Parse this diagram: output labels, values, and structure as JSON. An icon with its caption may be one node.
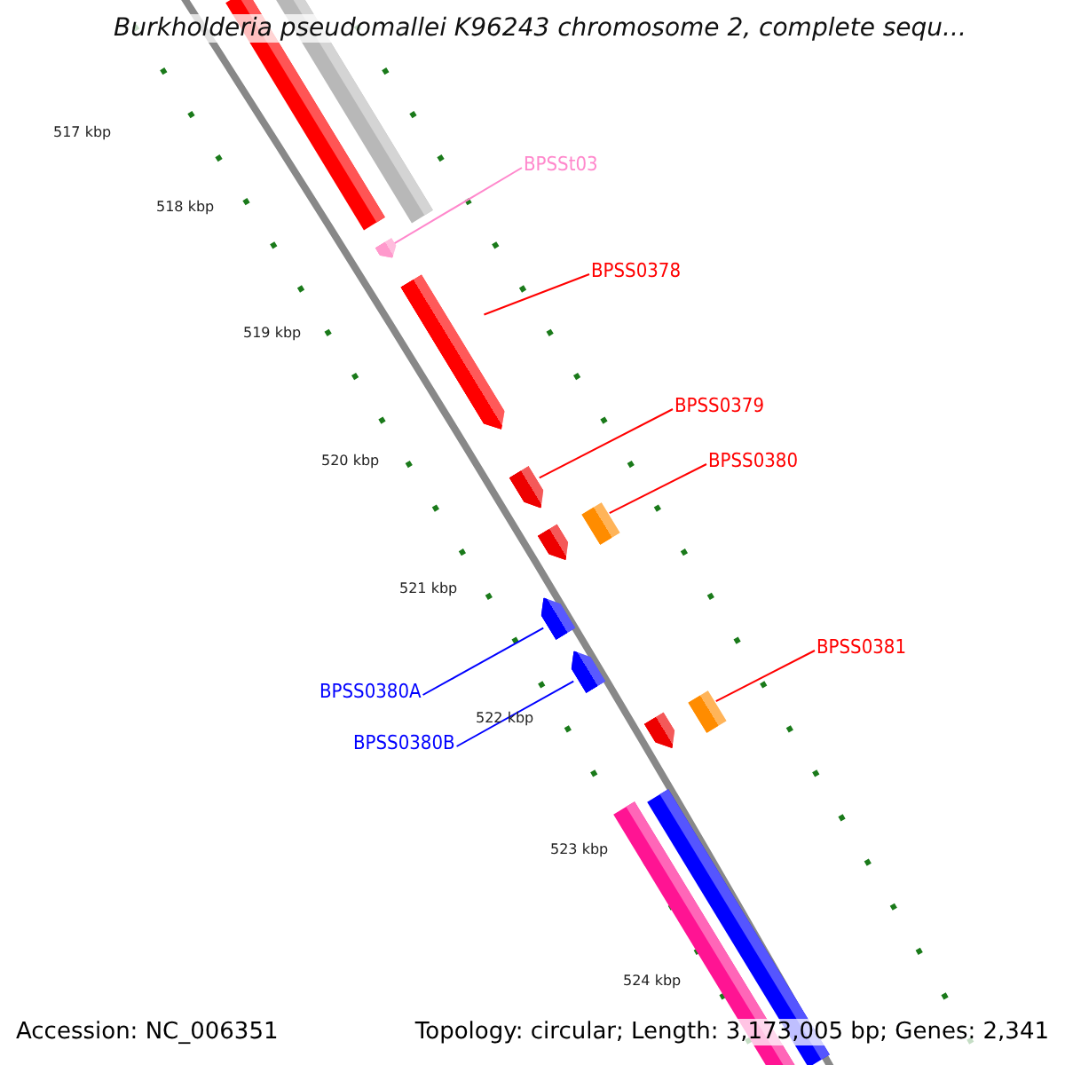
{
  "diagram": {
    "title": "Burkholderia pseudomallei K96243 chromosome 2, complete sequ...",
    "nodes": [
      {
        "text": [
          "BPSSt03"
        ]
      },
      {
        "text": [],
        "shape": "arrow"
      },
      {
        "text": [
          "BPSS0378"
        ]
      },
      {
        "text": [],
        "shape": "arrow"
      },
      {
        "text": [
          "BPSS0379"
        ]
      },
      {
        "text": [],
        "shape": "arrow"
      },
      {
        "text": [
          "BPSS0380"
        ]
      },
      {
        "text": [],
        "shape": "bar"
      },
      {
        "text": [
          "BPSS0381"
        ]
      },
      {
        "text": [],
        "shape": "bar"
      },
      {
        "text": [
          "BPSS0380A"
        ]
      },
      {
        "text": [],
        "shape": "arrow"
      },
      {
        "text": [
          "BPSS0380B"
        ]
      },
      {
        "text": [],
        "shape": "arrow"
      },
      {
        "text": [],
        "shape": "arrow"
      },
      {
        "text": [],
        "shape": "arrow"
      }
    ],
    "edges": [
      {
        "from": 0,
        "to": 1,
        "arrow": "none",
        "color": "#ff88cc"
      },
      {
        "from": 2,
        "to": 3,
        "arrow": "none"
      },
      {
        "from": 4,
        "to": 5,
        "arrow": "none"
      },
      {
        "from": 6,
        "to": 7,
        "arrow": "none"
      },
      {
        "from": 8,
        "to": 9,
        "arrow": "none"
      },
      {
        "from": 10,
        "to": 11,
        "arrow": "none",
        "color": "#0000ff"
      },
      {
        "from": 12,
        "to": 13,
        "arrow": "none",
        "color": "#0000ff"
      }
    ],
    "labels": [
      "517 kbp",
      "518 kbp",
      "519 kbp",
      "520 kbp",
      "521 kbp",
      "522 kbp",
      "523 kbp",
      "524 kbp",
      "Accession: NC_006351",
      "Topology: circular; Length: 3,173,005 bp; Genes: 2,341"
    ]
  }
}
